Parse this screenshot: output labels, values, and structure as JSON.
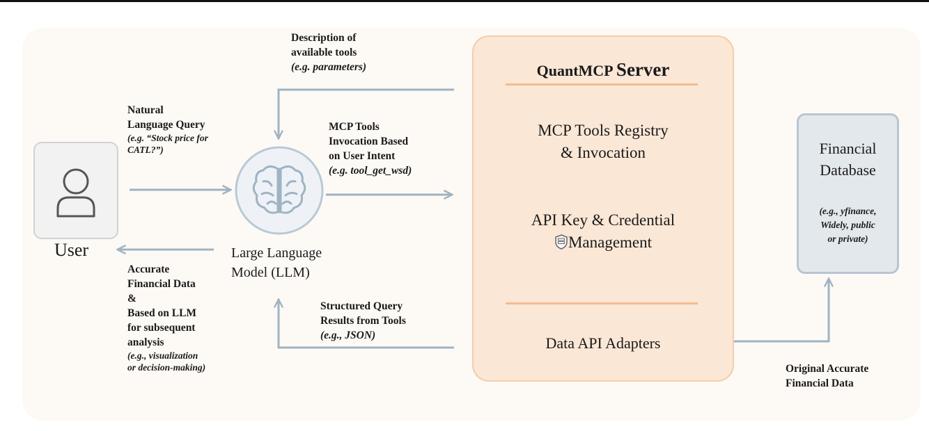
{
  "server": {
    "title_a": "QuantMCP",
    "title_b": "Server",
    "registry_line1": "MCP Tools Registry",
    "registry_line2": "& Invocation",
    "apikey_line1": "API Key & Credential",
    "apikey_line2": "Management",
    "adapters": "Data API Adapters"
  },
  "database": {
    "title_line1": "Financial",
    "title_line2": "Database",
    "examples_line1": "(e.g., yfinance,",
    "examples_line2": "Widely, public",
    "examples_line3": "or private)"
  },
  "user": {
    "label": "User"
  },
  "llm": {
    "line1": "Large Language",
    "line2": "Model (LLM)"
  },
  "labels": {
    "tools_desc": {
      "line1": "Description of",
      "line2": "available tools",
      "line3": "(e.g. parameters)"
    },
    "nl_query": {
      "line1": "Natural",
      "line2": "Language Query",
      "line3": "(e.g. “Stock price for",
      "line4": "CATL?”)"
    },
    "invocation": {
      "line1": "MCP Tools",
      "line2": "Invocation Based",
      "line3": "on User Intent",
      "line4": "(e.g. tool_get_wsd)"
    },
    "accurate": {
      "line1": "Accurate",
      "line2": "Financial Data",
      "line3": "&",
      "line4": "Based on LLM",
      "line5": "for subsequent",
      "line6": "analysis",
      "line7": "(e.g., visualization",
      "line8": "or decision-making)"
    },
    "structured": {
      "line1": "Structured Query",
      "line2": "Results from Tools",
      "line3": "(e.g., JSON)"
    },
    "original": {
      "line1": "Original Accurate",
      "line2": "Financial Data"
    }
  },
  "icons": {
    "user": "user-icon",
    "llm": "brain-icon",
    "credential": "shield-server-icon"
  },
  "colors": {
    "arrow": "#9fb3c3",
    "server_fill": "#fbe7d6",
    "server_border": "#f4cda8",
    "db_fill": "#e3e8ed"
  }
}
